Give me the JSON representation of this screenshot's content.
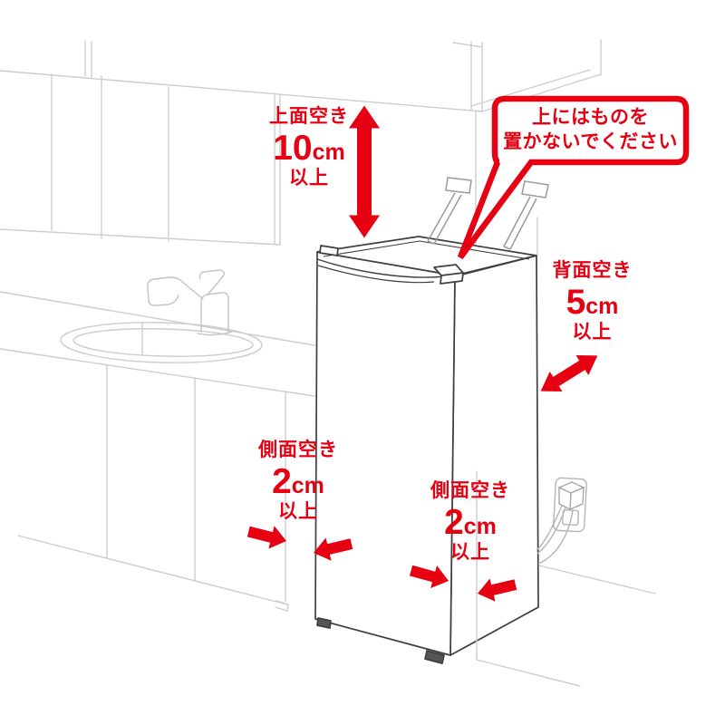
{
  "figure": {
    "kind": "appliance-installation-clearance-diagram",
    "colors": {
      "accent_red": "#e60012",
      "background_line": "#cdcdcd",
      "appliance_line": "#3f3f3f",
      "rod_line": "#9a9a9a"
    }
  },
  "callout": {
    "line1": "上にはものを",
    "line2": "置かないでください"
  },
  "clearances": {
    "top": {
      "label": "上面空き",
      "value": "10",
      "unit": "cm",
      "qualifier": "以上"
    },
    "back": {
      "label": "背面空き",
      "value": "5",
      "unit": "cm",
      "qualifier": "以上"
    },
    "side_left": {
      "label": "側面空き",
      "value": "2",
      "unit": "cm",
      "qualifier": "以上"
    },
    "side_front": {
      "label": "側面空き",
      "value": "2",
      "unit": "cm",
      "qualifier": "以上"
    }
  }
}
